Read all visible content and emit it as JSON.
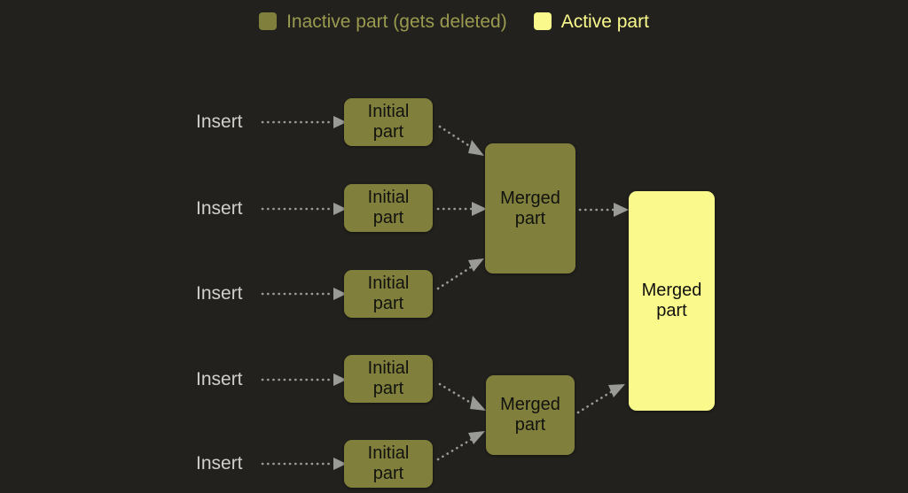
{
  "background_color": "#22211e",
  "legend": {
    "entries": [
      {
        "label": "Inactive part (gets deleted)",
        "color": "#80803c",
        "state": "inactive"
      },
      {
        "label": "Active part",
        "color": "#fafa8c",
        "state": "active"
      }
    ]
  },
  "diagram": {
    "insert_labels": [
      {
        "text": "Insert"
      },
      {
        "text": "Insert"
      },
      {
        "text": "Insert"
      },
      {
        "text": "Insert"
      },
      {
        "text": "Insert"
      }
    ],
    "initial_parts": [
      {
        "text": "Initial\npart",
        "state": "inactive"
      },
      {
        "text": "Initial\npart",
        "state": "inactive"
      },
      {
        "text": "Initial\npart",
        "state": "inactive"
      },
      {
        "text": "Initial\npart",
        "state": "inactive"
      },
      {
        "text": "Initial\npart",
        "state": "inactive"
      }
    ],
    "merged_parts": [
      {
        "text": "Merged\npart",
        "state": "inactive"
      },
      {
        "text": "Merged\npart",
        "state": "inactive"
      }
    ],
    "final_part": {
      "text": "Merged\npart",
      "state": "active"
    },
    "connector_color": "#9a9a97"
  }
}
